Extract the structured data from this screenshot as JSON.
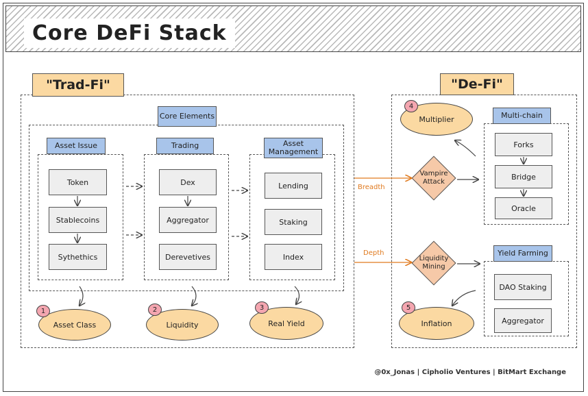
{
  "title": "Core DeFi Stack",
  "tradfi": {
    "label": "\"Trad-Fi\"",
    "core_elements": "Core Elements",
    "asset_issue": {
      "label": "Asset Issue",
      "items": [
        "Token",
        "Stablecoins",
        "Sythethics"
      ]
    },
    "trading": {
      "label": "Trading",
      "items": [
        "Dex",
        "Aggregator",
        "Derevetives"
      ]
    },
    "asset_management": {
      "label": "Asset Management",
      "items": [
        "Lending",
        "Staking",
        "Index"
      ]
    },
    "outcomes": [
      {
        "num": "1",
        "label": "Asset Class"
      },
      {
        "num": "2",
        "label": "Liquidity"
      },
      {
        "num": "3",
        "label": "Real Yield"
      }
    ]
  },
  "flows": {
    "breadth": "Breadth",
    "depth": "Depth"
  },
  "defi": {
    "label": "\"De-Fi\"",
    "multiplier": {
      "num": "4",
      "label": "Multiplier"
    },
    "vampire_attack": "Vampire Attack",
    "multichain": {
      "label": "Multi-chain",
      "items": [
        "Forks",
        "Bridge",
        "Oracle"
      ]
    },
    "liquidity_mining": "Liquidity Mining",
    "yield_farming": {
      "label": "Yield Farming",
      "items": [
        "DAO Staking",
        "Aggregator"
      ]
    },
    "inflation": {
      "num": "5",
      "label": "Inflation"
    }
  },
  "credit": "@0x_Jonas | Cipholio Ventures | BitMart Exchange",
  "colors": {
    "orange": "#fbd9a2",
    "blue": "#a8c4ea",
    "pink": "#f4a6b0",
    "arrow_orange": "#e07a1f"
  }
}
